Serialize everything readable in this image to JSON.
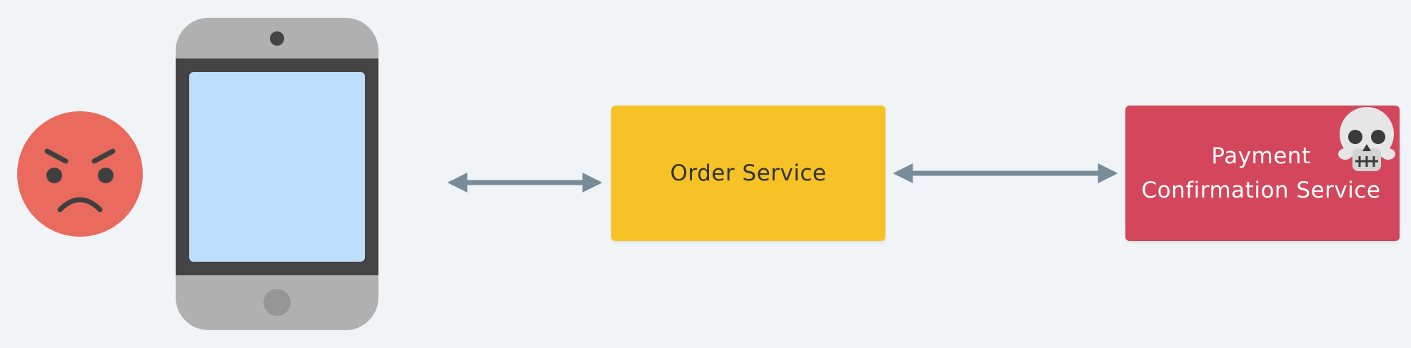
{
  "nodes": {
    "order_service": {
      "label": "Order Service",
      "color": "#f6c226"
    },
    "payment_service": {
      "label_line1": "Payment",
      "label_line2": "Confirmation Service",
      "color": "#d4465b",
      "badge_icon": "skull-icon"
    }
  },
  "actors": {
    "user_face": {
      "icon": "angry-face-icon",
      "color": "#ea6b5e"
    },
    "device": {
      "icon": "smartphone-icon",
      "screen_color": "#bddffb",
      "body_color": "#b0b0b0"
    }
  },
  "connectors": {
    "color": "#788b99",
    "edges": [
      {
        "from": "device",
        "to": "order_service",
        "direction": "bidirectional"
      },
      {
        "from": "order_service",
        "to": "payment_service",
        "direction": "bidirectional"
      }
    ]
  }
}
